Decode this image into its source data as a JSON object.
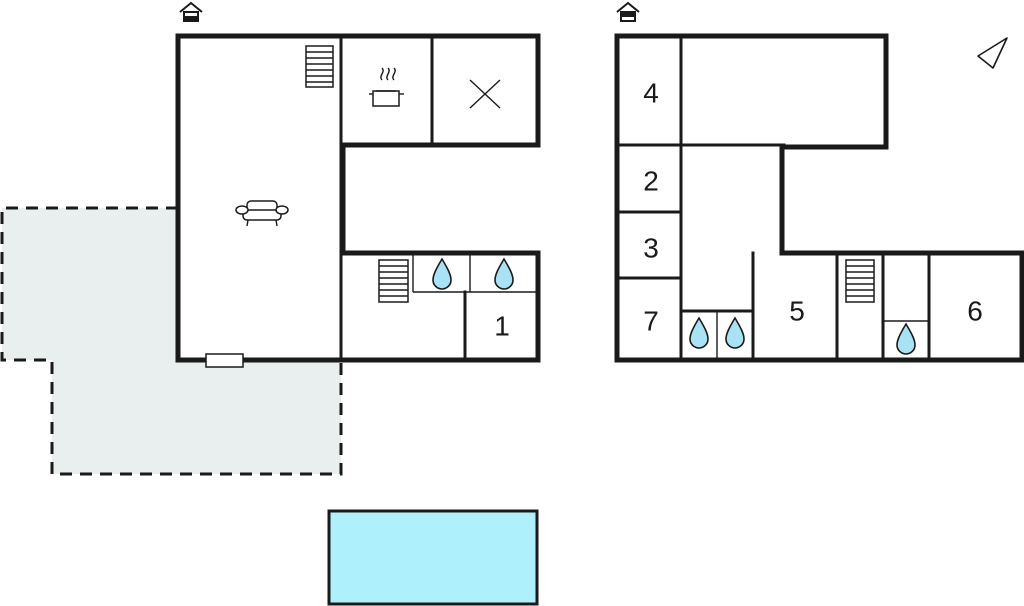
{
  "colors": {
    "wall": "#1a1a1a",
    "terrace": "#e9eeee",
    "pool": "#aef0fb",
    "water": "#a8e2f4",
    "background": "#ffffff"
  },
  "floors": [
    {
      "level_icon": "house-ground-floor-icon",
      "rooms": [
        {
          "label": "1"
        }
      ],
      "icons": [
        "stairs-icon",
        "cooking-pot-icon",
        "cross-icon",
        "sofa-icon",
        "stairs-icon",
        "water-drop-icon",
        "water-drop-icon",
        "door-icon"
      ]
    },
    {
      "level_icon": "house-upper-floor-icon",
      "rooms": [
        {
          "label": "4"
        },
        {
          "label": "2"
        },
        {
          "label": "3"
        },
        {
          "label": "7"
        },
        {
          "label": "5"
        },
        {
          "label": "6"
        }
      ],
      "icons": [
        "water-drop-icon",
        "water-drop-icon",
        "stairs-icon",
        "water-drop-icon"
      ]
    }
  ],
  "exterior": {
    "terrace_icon": "terrace-area",
    "pool_icon": "swimming-pool"
  },
  "compass_icon": "north-arrow-icon"
}
